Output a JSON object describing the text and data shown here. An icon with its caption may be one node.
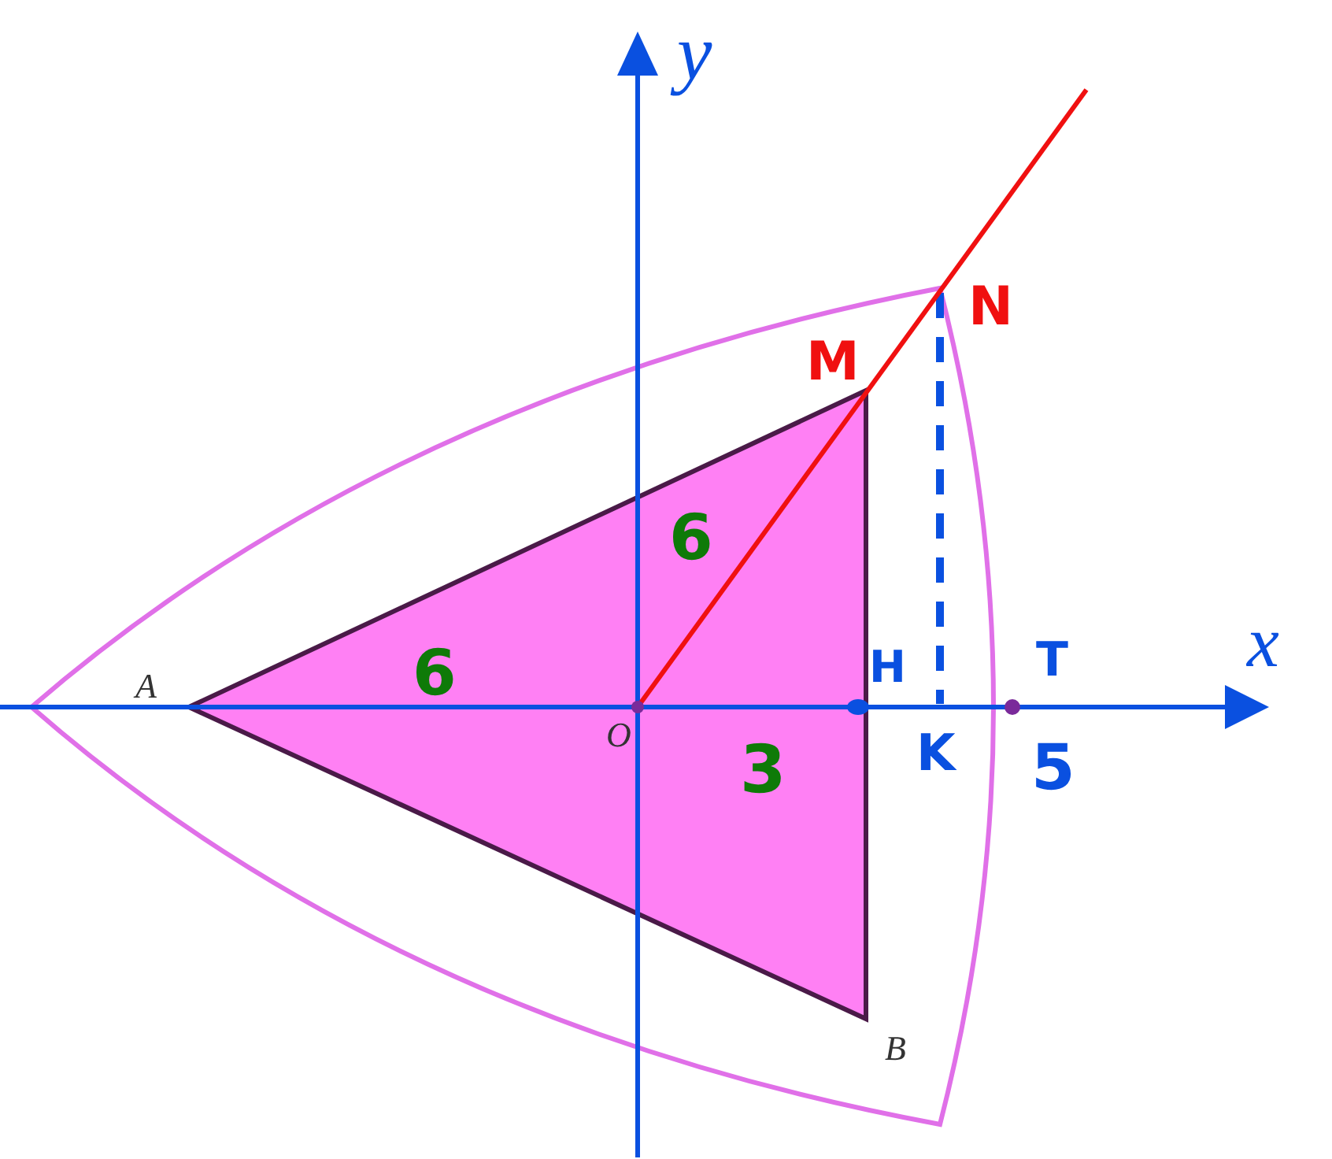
{
  "diagram": {
    "labels": [
      "y",
      "N",
      "M",
      "6",
      "x",
      "6",
      "H",
      "T",
      "A",
      "O",
      "K",
      "3",
      "5",
      "B"
    ]
  }
}
